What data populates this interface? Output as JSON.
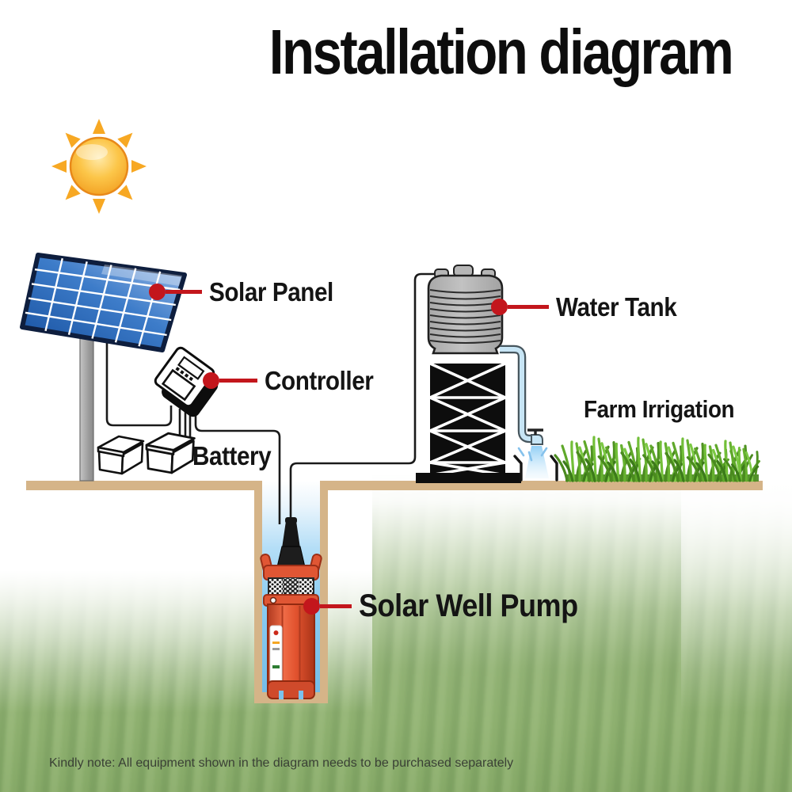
{
  "title": "Installation diagram",
  "footnote": "Kindly note: All equipment shown in the diagram needs to be purchased separately",
  "callouts": {
    "solar_panel": "Solar Panel",
    "controller": "Controller",
    "battery": "Battery",
    "water_tank": "Water Tank",
    "farm_irrigation": "Farm Irrigation",
    "solar_well_pump": "Solar Well Pump"
  },
  "components": [
    "sun-icon",
    "solar-panel-icon",
    "controller-icon",
    "battery-icon",
    "water-tank-icon",
    "tank-stand-icon",
    "irrigation-tap-icon",
    "water-spray-icon",
    "grass-icon",
    "well-icon",
    "well-pump-icon",
    "wire-lines",
    "ground-surface"
  ],
  "colors": {
    "accent_red": "#c3161c",
    "ground_tan": "#d5b488",
    "panel_blue": "#2b6cb8",
    "pump_red": "#e05634",
    "well_water_blue": "#7cc2ee",
    "grass_green": "#5fa82a",
    "tank_gray": "#b5b5b5",
    "sun_orange": "#f6a31b",
    "wire_black": "#1a1a1a",
    "field_green": "#93b274"
  }
}
